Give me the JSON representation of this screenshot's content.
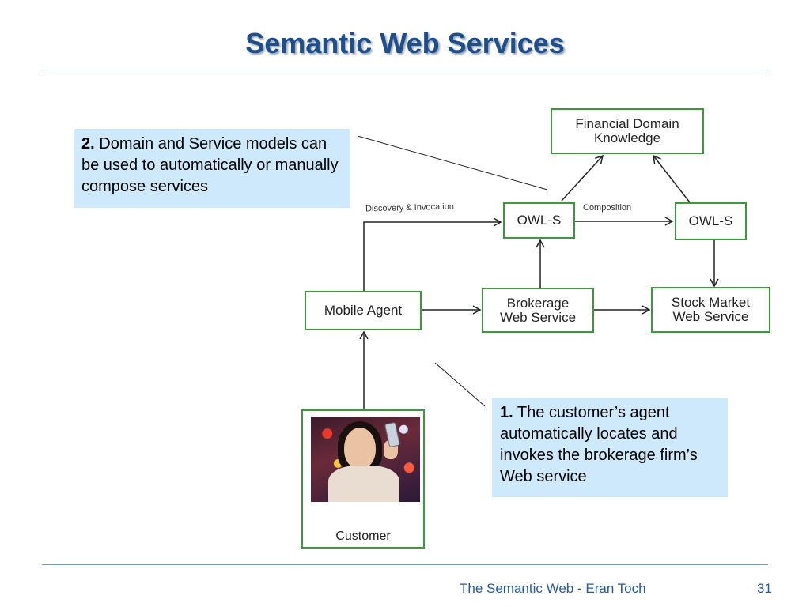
{
  "slide": {
    "title": "Semantic Web Services",
    "footer": "The Semantic Web - Eran Toch",
    "page_number": "31"
  },
  "callouts": {
    "two": {
      "number": "2.",
      "text": "Domain and Service models can be used to automatically or manually compose services"
    },
    "one": {
      "number": "1.",
      "text": "The customer’s agent automatically locates and invokes the brokerage firm’s Web service"
    }
  },
  "diagram": {
    "nodes": {
      "financial": "Financial Domain\nKnowledge",
      "owls_left": "OWL-S",
      "owls_right": "OWL-S",
      "mobile_agent": "Mobile Agent",
      "brokerage": "Brokerage\nWeb Service",
      "stock_market": "Stock Market\nWeb Service",
      "customer": "Customer"
    },
    "edge_labels": {
      "discovery": "Discovery & Invocation",
      "composition": "Composition"
    },
    "colors": {
      "node_border": "#3a9a3a",
      "callout_bg": "#cde9fb",
      "title": "#1f4e8c"
    }
  }
}
